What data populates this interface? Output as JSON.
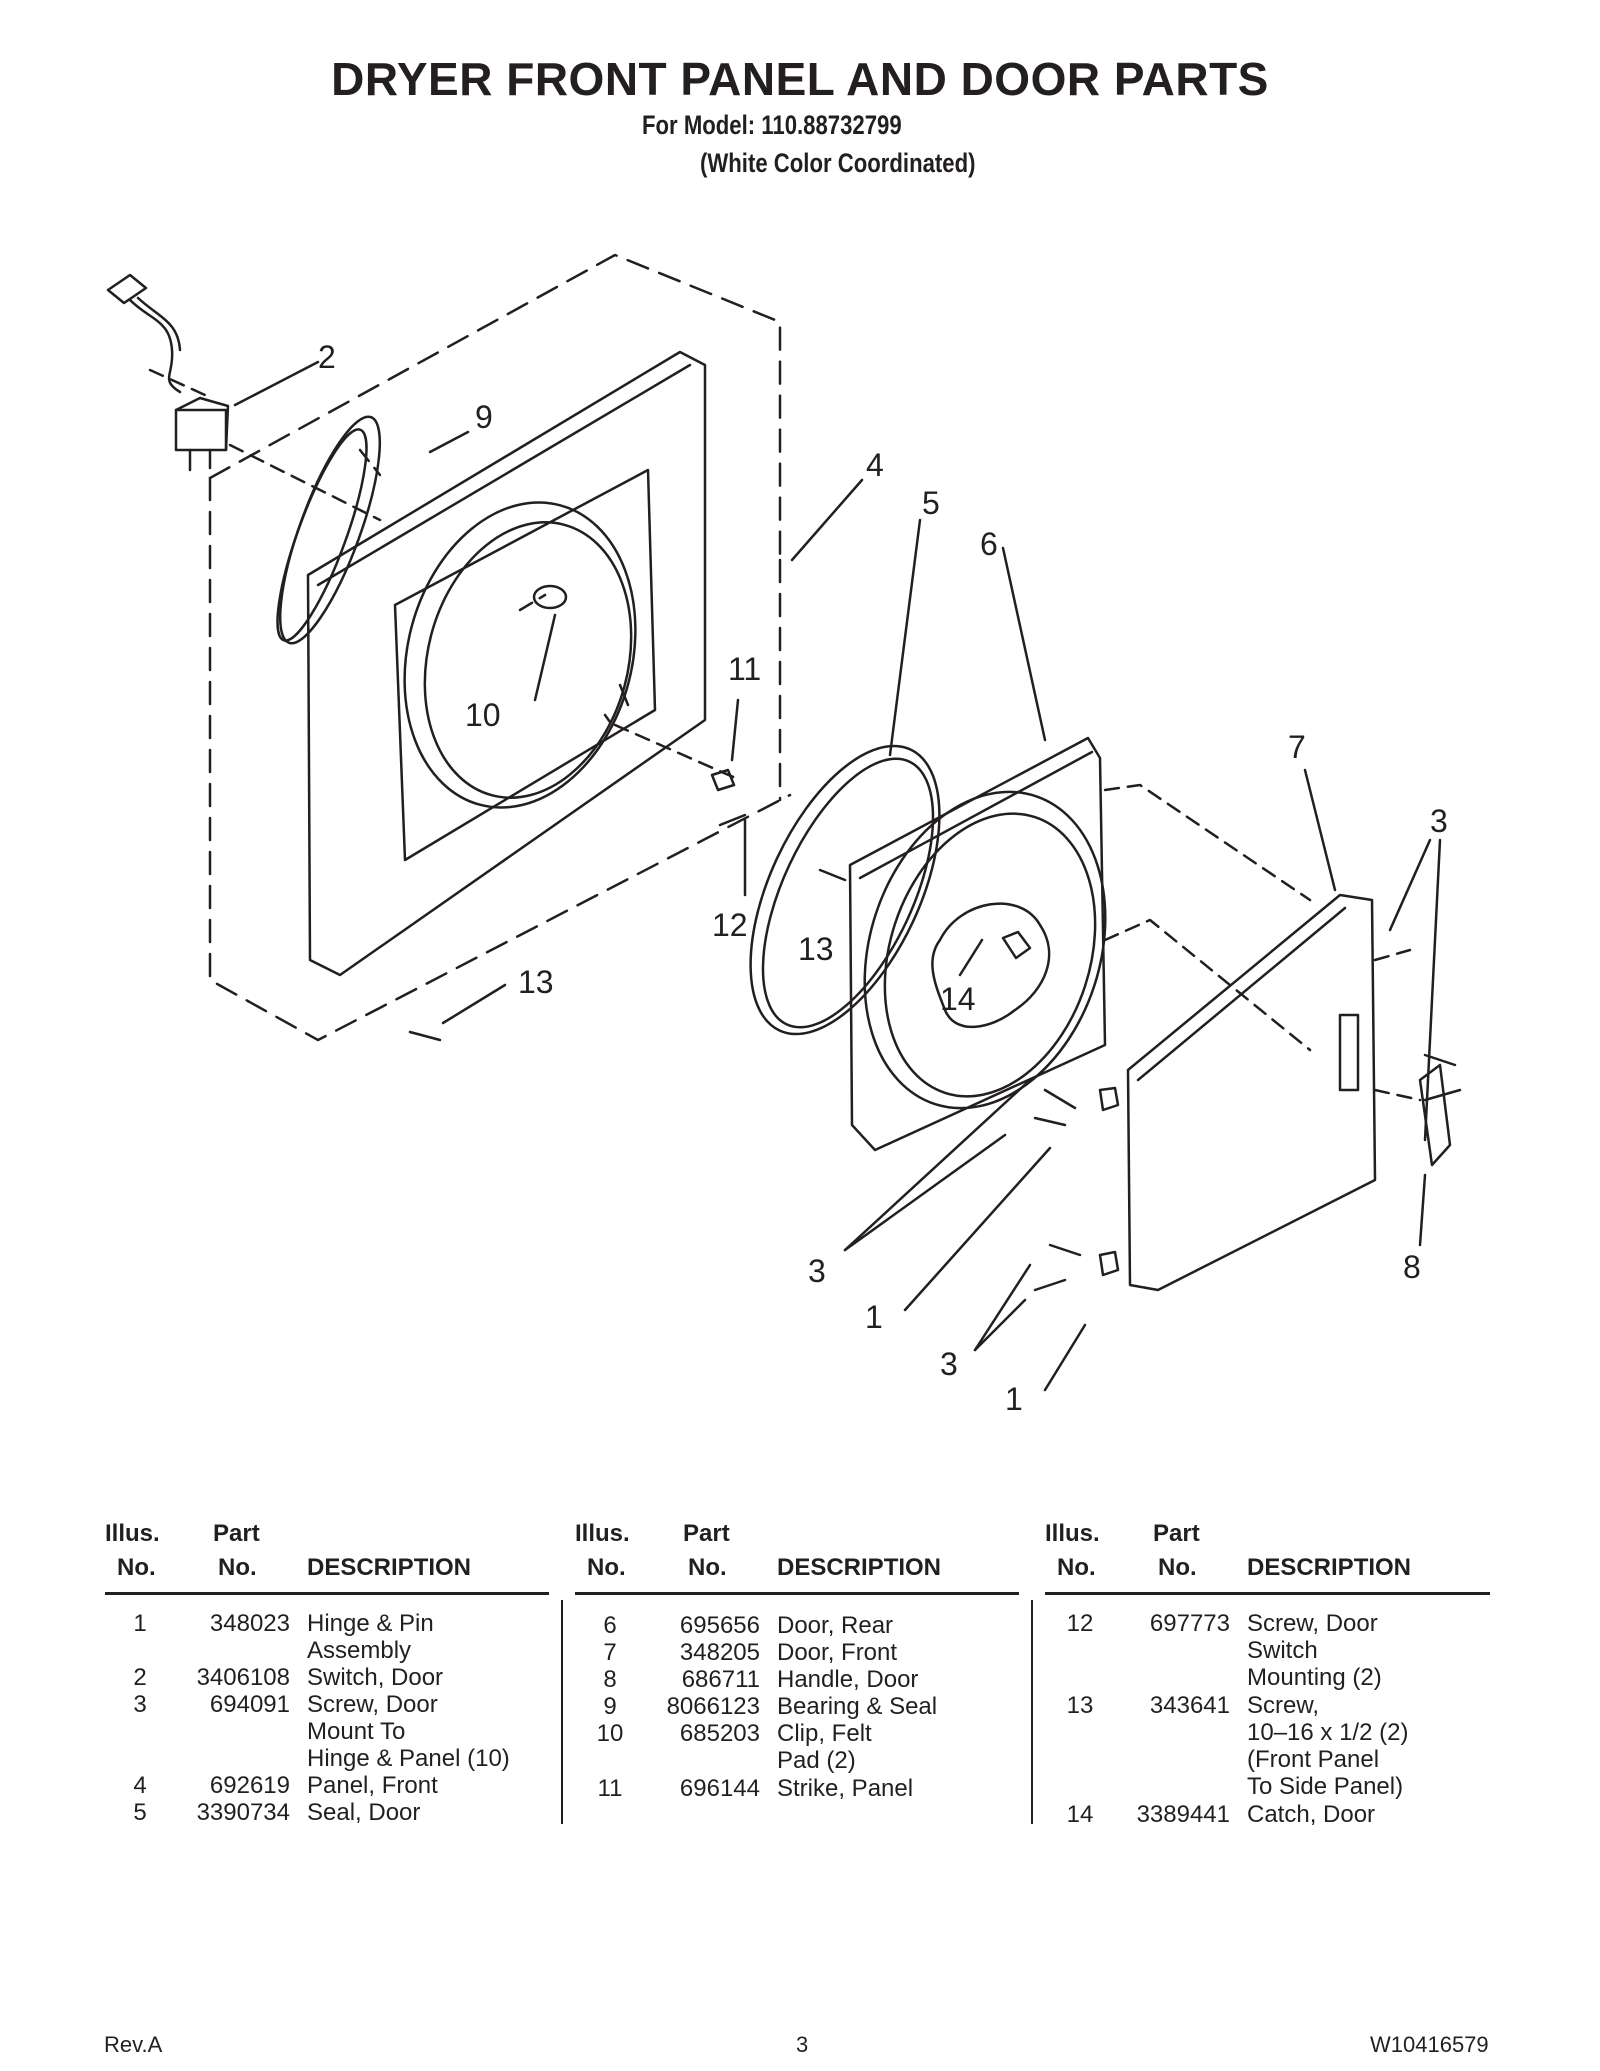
{
  "title": "DRYER FRONT PANEL AND DOOR PARTS",
  "model_line": "For Model: 110.88732799",
  "color_line": "(White Color Coordinated)",
  "diagram": {
    "callouts": [
      "2",
      "9",
      "4",
      "5",
      "6",
      "11",
      "10",
      "7",
      "3",
      "12",
      "13",
      "13",
      "14",
      "3",
      "1",
      "8",
      "3",
      "1"
    ]
  },
  "table": {
    "headers": {
      "illus_top": "Illus.",
      "illus_bottom": "No.",
      "part_top": "Part",
      "part_bottom": "No.",
      "description": "DESCRIPTION"
    },
    "columns": [
      [
        {
          "illus": "1",
          "part": "348023",
          "desc": "Hinge & Pin\nAssembly"
        },
        {
          "illus": "2",
          "part": "3406108",
          "desc": "Switch, Door"
        },
        {
          "illus": "3",
          "part": "694091",
          "desc": "Screw, Door\nMount To\nHinge & Panel (10)"
        },
        {
          "illus": "4",
          "part": "692619",
          "desc": "Panel, Front"
        },
        {
          "illus": "5",
          "part": "3390734",
          "desc": "Seal, Door"
        }
      ],
      [
        {
          "illus": "6",
          "part": "695656",
          "desc": "Door, Rear"
        },
        {
          "illus": "7",
          "part": "348205",
          "desc": "Door, Front"
        },
        {
          "illus": "8",
          "part": "686711",
          "desc": "Handle, Door"
        },
        {
          "illus": "9",
          "part": "8066123",
          "desc": "Bearing & Seal"
        },
        {
          "illus": "10",
          "part": "685203",
          "desc": "Clip, Felt\nPad (2)"
        },
        {
          "illus": "11",
          "part": "696144",
          "desc": "Strike, Panel"
        }
      ],
      [
        {
          "illus": "12",
          "part": "697773",
          "desc": "Screw, Door\nSwitch\nMounting (2)"
        },
        {
          "illus": "13",
          "part": "343641",
          "desc": "Screw,\n10–16 x 1/2 (2)\n(Front Panel\nTo Side Panel)"
        },
        {
          "illus": "14",
          "part": "3389441",
          "desc": "Catch, Door"
        }
      ]
    ]
  },
  "footer": {
    "revision": "Rev.A",
    "page_number": "3",
    "doc_number": "W10416579"
  }
}
